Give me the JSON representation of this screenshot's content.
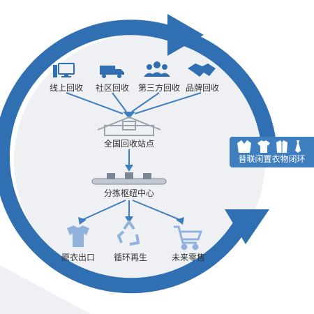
{
  "colors": {
    "ring": "#2f6fb2",
    "ring_dark": "#245a94",
    "disc": "#eef0f3",
    "icon": "#2f6fb2",
    "flow_arrow": "#3f7fc0",
    "badge": "#3f7fc0",
    "text": "#333333"
  },
  "sources": [
    {
      "label": "线上回收",
      "icon": "computer-icon"
    },
    {
      "label": "社区回收",
      "icon": "truck-icon"
    },
    {
      "label": "第三方回收",
      "icon": "people-icon"
    },
    {
      "label": "品牌回收",
      "icon": "handshake-icon"
    }
  ],
  "station": {
    "label": "全国回收站点",
    "icon": "warehouse-icon"
  },
  "hub": {
    "label": "分拣枢纽中心",
    "icon": "conveyor-icon"
  },
  "outputs": [
    {
      "label": "原衣出口",
      "icon": "tshirt-icon"
    },
    {
      "label": "循环再生",
      "icon": "recycle-icon"
    },
    {
      "label": "未来零售",
      "icon": "shopping-cart-icon"
    }
  ],
  "badge": {
    "label": "普联闲置衣物闭环",
    "icons": [
      "coat-icon",
      "shirt-icon",
      "jacket-icon",
      "tie-icon"
    ]
  }
}
